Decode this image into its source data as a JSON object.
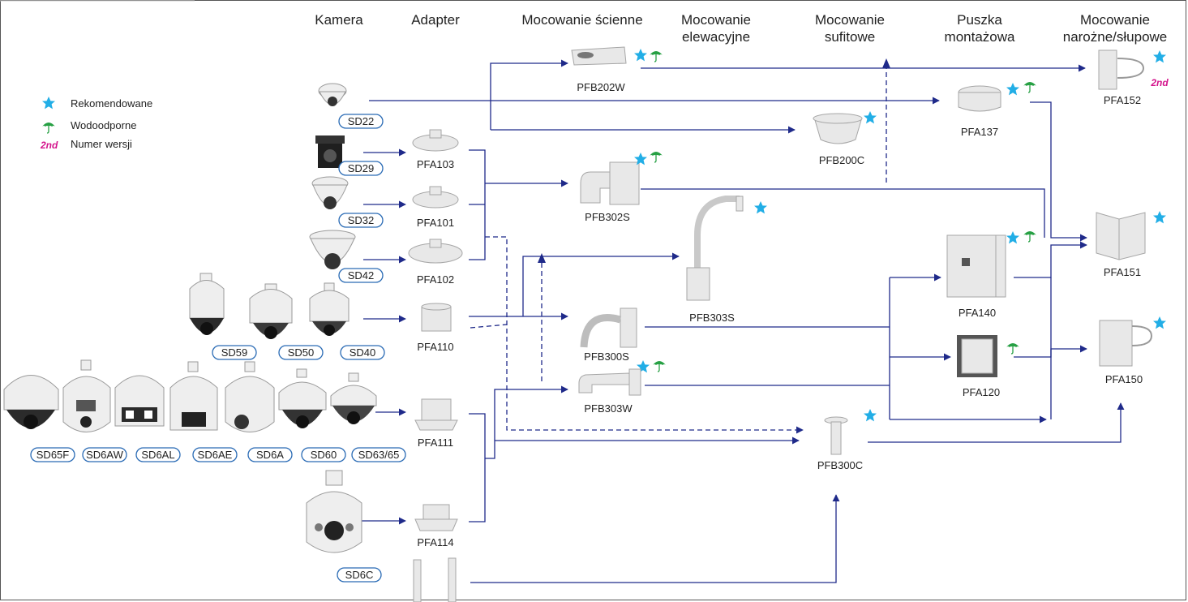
{
  "columns": {
    "kamera": "Kamera",
    "adapter": "Adapter",
    "mocowanie_scienne": "Mocowanie ścienne",
    "mocowanie_elewacyjne_1": "Mocowanie",
    "mocowanie_elewacyjne_2": "elewacyjne",
    "mocowanie_sufitowe_1": "Mocowanie",
    "mocowanie_sufitowe_2": "sufitowe",
    "puszka_1": "Puszka",
    "puszka_2": "montażowa",
    "narozne_1": "Mocowanie",
    "narozne_2": "narożne/słupowe"
  },
  "legend": {
    "recommended": "Rekomendowane",
    "waterproof": "Wodoodporne",
    "version_mark": "2nd",
    "version": "Numer wersji"
  },
  "cameras": {
    "sd22": "SD22",
    "sd29": "SD29",
    "sd32": "SD32",
    "sd42": "SD42",
    "sd59": "SD59",
    "sd50": "SD50",
    "sd40": "SD40",
    "sd65f": "SD65F",
    "sd6aw": "SD6AW",
    "sd6al": "SD6AL",
    "sd6ae": "SD6AE",
    "sd6a": "SD6A",
    "sd60": "SD60",
    "sd6365": "SD63/65",
    "sd6c": "SD6C"
  },
  "adapters": {
    "pfa103": "PFA103",
    "pfa101": "PFA101",
    "pfa102": "PFA102",
    "pfa110": "PFA110",
    "pfa111": "PFA111",
    "pfa114": "PFA114"
  },
  "mounts": {
    "pfb202w": "PFB202W",
    "pfb302s": "PFB302S",
    "pfb300s": "PFB300S",
    "pfb303w": "PFB303W",
    "pfb303s": "PFB303S",
    "pfb200c": "PFB200C",
    "pfb300c": "PFB300C",
    "pfa137": "PFA137",
    "pfa140": "PFA140",
    "pfa120": "PFA120",
    "pfa152": "PFA152",
    "pfa152_version": "2nd",
    "pfa151": "PFA151",
    "pfa150": "PFA150"
  },
  "colors": {
    "line": "#1f2a8a",
    "star": "#22aee6",
    "umbrella": "#27a044",
    "version": "#d4148c",
    "pill_border": "#2a6bb5"
  },
  "icons": [
    "star-icon",
    "umbrella-icon"
  ]
}
